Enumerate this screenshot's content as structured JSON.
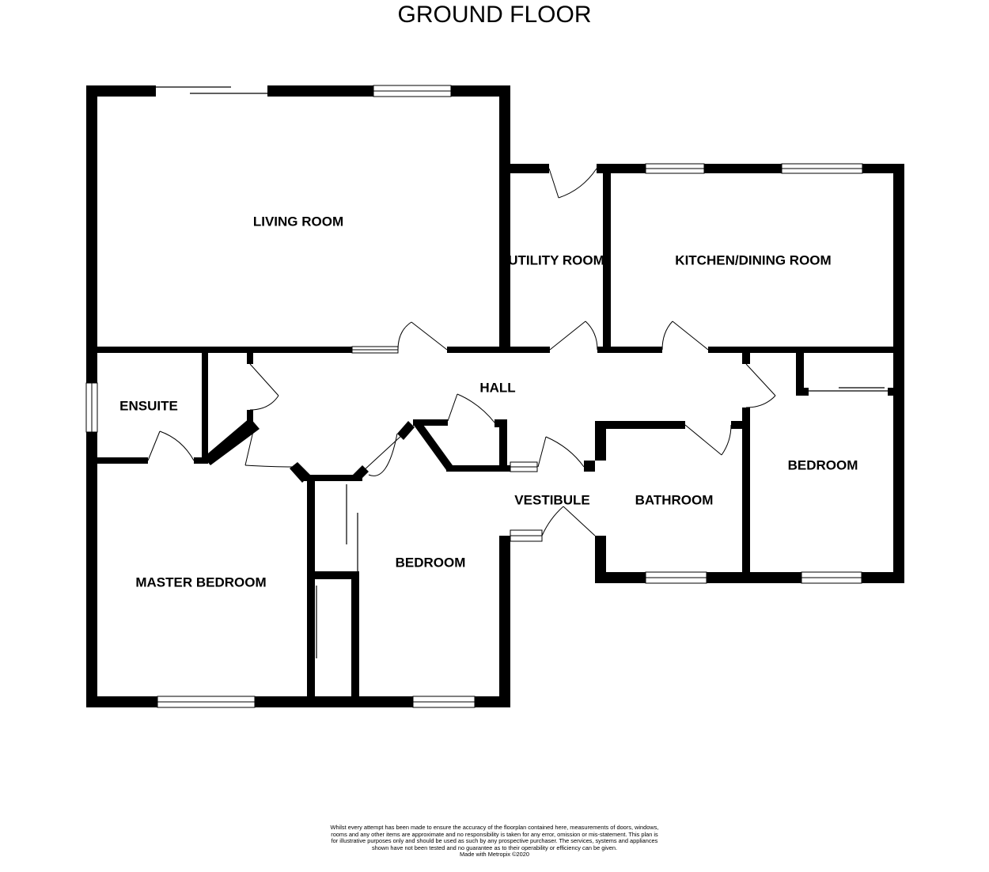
{
  "title": "GROUND FLOOR",
  "rooms": {
    "living_room": "LIVING ROOM",
    "utility_room": "UTILITY ROOM",
    "kitchen_dining": "KITCHEN/DINING ROOM",
    "hall": "HALL",
    "ensuite": "ENSUITE",
    "bedroom_right": "BEDROOM",
    "bathroom": "BATHROOM",
    "vestibule": "VESTIBULE",
    "bedroom_center": "BEDROOM",
    "master_bedroom": "MASTER BEDROOM"
  },
  "disclaimer": "Whilst every attempt has been made to ensure the accuracy of the floorplan contained here, measurements of doors, windows, rooms and any other items are approximate and no responsibility is taken for any error, omission or mis-statement. This plan is for illustrative purposes only and should be used as such by any prospective purchaser. The services, systems and appliances shown have not been tested and no guarantee as to their operability or efficiency can be given.",
  "credit": "Made with Metropix ©2020"
}
